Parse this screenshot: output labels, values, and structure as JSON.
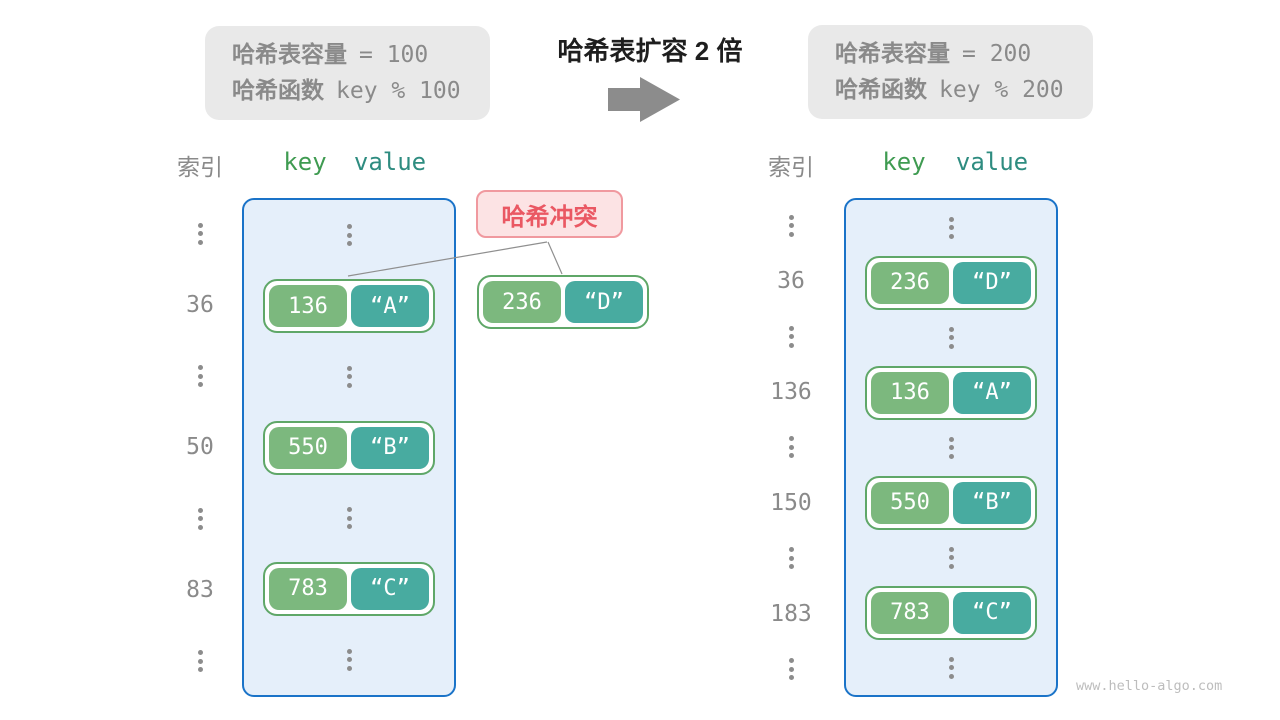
{
  "info_left": {
    "capacity_label": "哈希表容量",
    "capacity_value": "= 100",
    "hash_fn_label": "哈希函数",
    "hash_fn_value": "key % 100"
  },
  "info_right": {
    "capacity_label": "哈希表容量",
    "capacity_value": "= 200",
    "hash_fn_label": "哈希函数",
    "hash_fn_value": "key % 200"
  },
  "transform": {
    "title": "哈希表扩容 2 倍",
    "arrow_icon": "right-arrow"
  },
  "left_panel": {
    "headers": {
      "index": "索引",
      "key": "key",
      "value": "value"
    },
    "rows": [
      {
        "type": "dots"
      },
      {
        "type": "pair",
        "index": "36",
        "key": "136",
        "value": "“A”"
      },
      {
        "type": "dots"
      },
      {
        "type": "pair",
        "index": "50",
        "key": "550",
        "value": "“B”"
      },
      {
        "type": "dots"
      },
      {
        "type": "pair",
        "index": "83",
        "key": "783",
        "value": "“C”"
      },
      {
        "type": "dots"
      }
    ]
  },
  "right_panel": {
    "headers": {
      "index": "索引",
      "key": "key",
      "value": "value"
    },
    "rows": [
      {
        "type": "dots"
      },
      {
        "type": "pair",
        "index": "36",
        "key": "236",
        "value": "“D”"
      },
      {
        "type": "dots"
      },
      {
        "type": "pair",
        "index": "136",
        "key": "136",
        "value": "“A”"
      },
      {
        "type": "dots"
      },
      {
        "type": "pair",
        "index": "150",
        "key": "550",
        "value": "“B”"
      },
      {
        "type": "dots"
      },
      {
        "type": "pair",
        "index": "183",
        "key": "783",
        "value": "“C”"
      },
      {
        "type": "dots"
      }
    ]
  },
  "collision": {
    "label": "哈希冲突",
    "pair": {
      "key": "236",
      "value": "“D”"
    }
  },
  "watermark": "www.hello-algo.com",
  "colors": {
    "key_green": "#7cb87e",
    "value_teal": "#48aba0",
    "pair_border": "#5fa768",
    "table_bg": "#e5effa",
    "table_border": "#1a73c8",
    "collision_bg": "#fce3e4",
    "collision_border": "#f0999f",
    "collision_text": "#ea5863",
    "muted_gray": "#8a8a8a",
    "info_box_bg": "#e9e9e9",
    "header_key_green": "#3f9b51",
    "header_value_teal": "#2e8c80",
    "arrow_gray": "#8c8c8c",
    "watermark_gray": "#bdbdbd"
  }
}
